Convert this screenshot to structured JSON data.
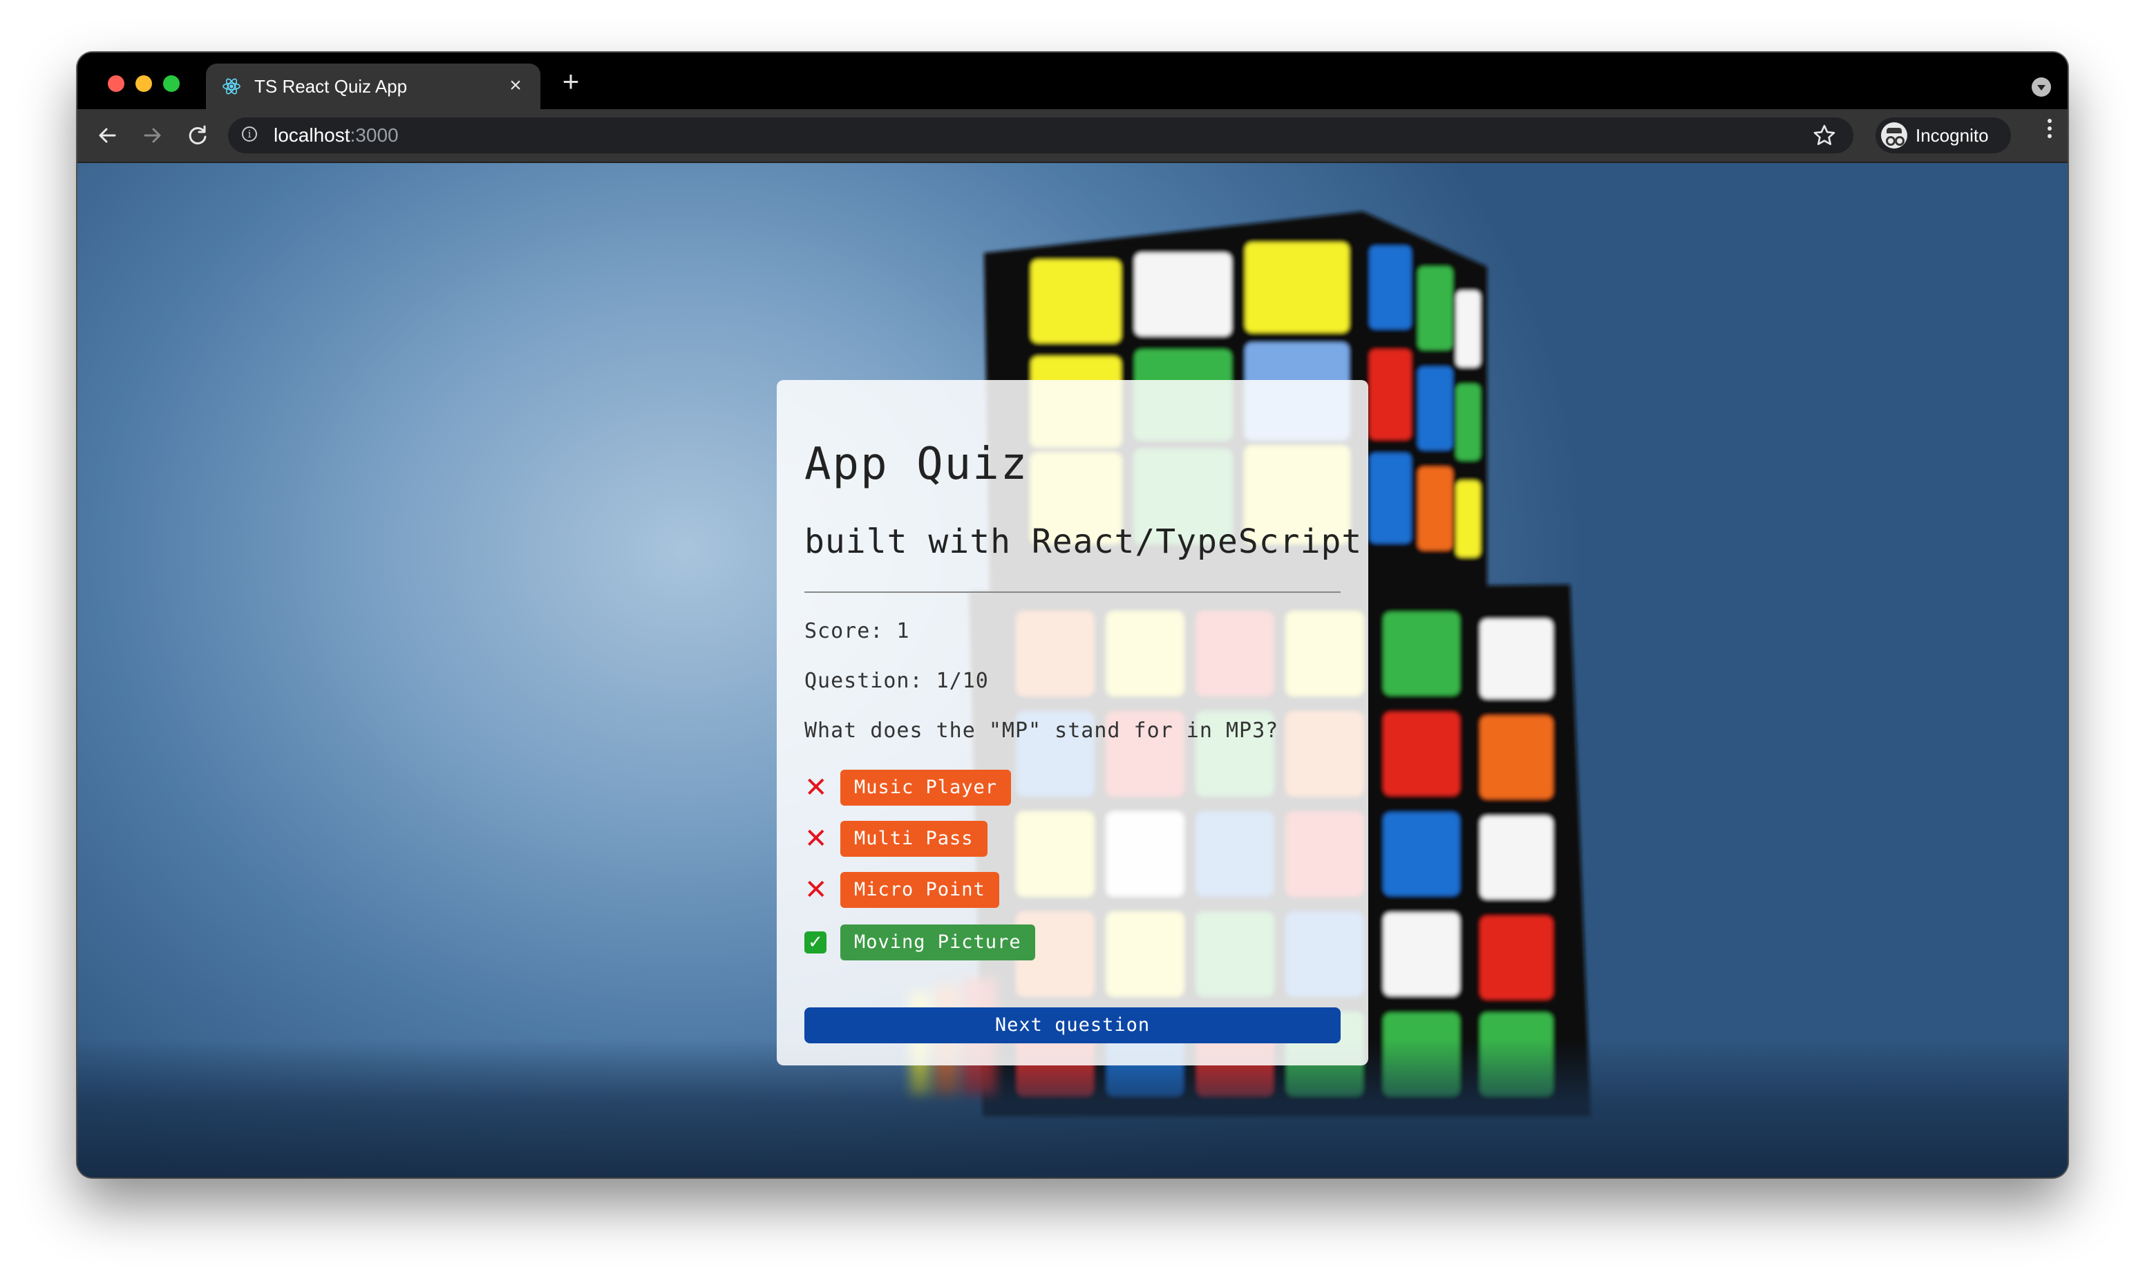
{
  "browser": {
    "tab_title": "TS React Quiz App",
    "tab_close": "×",
    "new_tab": "+",
    "url_host": "localhost",
    "url_port": ":3000",
    "profile_label": "Incognito"
  },
  "quiz": {
    "title": "App Quiz",
    "subtitle": "built with React/TypeScript",
    "score": "Score: 1",
    "question_number": "Question: 1/10",
    "question": "What does the \"MP\" stand for in MP3?",
    "answers": [
      {
        "label": "Music Player",
        "result": "wrong",
        "mark": "✕"
      },
      {
        "label": "Multi Pass",
        "result": "wrong",
        "mark": "✕"
      },
      {
        "label": "Micro Point",
        "result": "wrong",
        "mark": "✕"
      },
      {
        "label": "Moving Picture",
        "result": "correct",
        "mark": "✓"
      }
    ],
    "next_label": "Next question"
  },
  "colors": {
    "wrong_answer": "#ef5b1f",
    "correct_answer": "#3c9a46",
    "next_button": "#0c47a6",
    "wrong_mark": "#e5141d",
    "correct_mark": "#1ea52c"
  },
  "icons": {
    "favicon": "react-logo-icon",
    "back": "arrow-left-icon",
    "forward": "arrow-right-icon",
    "reload": "reload-icon",
    "site_info": "info-icon",
    "bookmark": "star-icon",
    "profile": "incognito-icon",
    "menu": "kebab-menu-icon"
  }
}
